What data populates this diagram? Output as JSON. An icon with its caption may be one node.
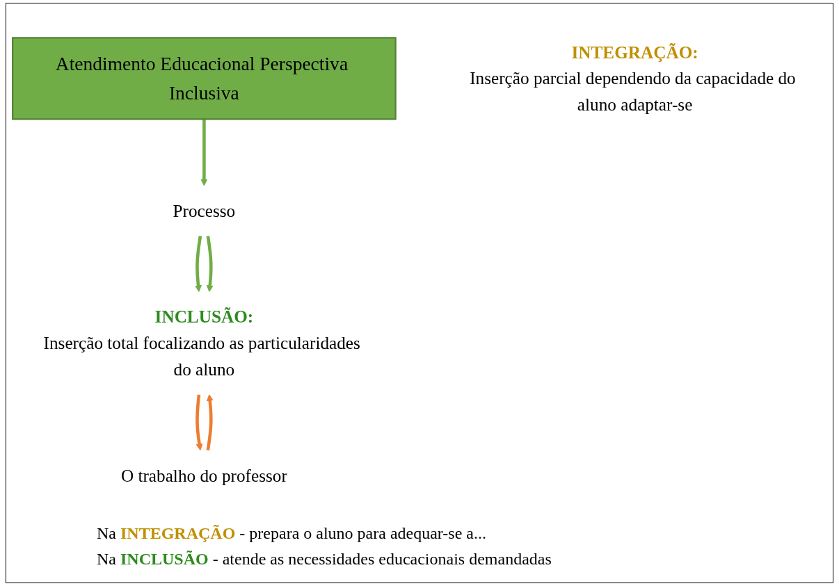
{
  "diagram": {
    "nodes": [
      {
        "text": [
          "Atendimento Educacional Perspectiva Inclusiva"
        ]
      },
      {
        "text": [
          "Processo"
        ]
      },
      {
        "text": [
          "INTEGRAÇÃO:",
          "Inserção parcial dependendo da capacidade do aluno adaptar-se"
        ]
      },
      {
        "text": [
          "INCLUSÃO:",
          "Inserção total focalizando as particularidades do aluno"
        ]
      },
      {
        "text": [
          "O trabalho do professor"
        ]
      }
    ],
    "edges": [
      {
        "from": 0,
        "to": 1,
        "arrow": "to"
      },
      {
        "from": 1,
        "to": 3,
        "arrow": "to"
      },
      {
        "from": 1,
        "to": 3,
        "arrow": "to"
      },
      {
        "from": 3,
        "to": 4,
        "arrow": "to",
        "color": "#ed7d31"
      },
      {
        "from": 4,
        "to": 3,
        "arrow": "to",
        "color": "#ed7d31"
      }
    ],
    "labels": [
      "Na **INTEGRAÇÃO** - prepara o aluno para adequar-se a...",
      "Na **INCLUSÃO** - atende as necessidades educacionais demandadas"
    ]
  }
}
